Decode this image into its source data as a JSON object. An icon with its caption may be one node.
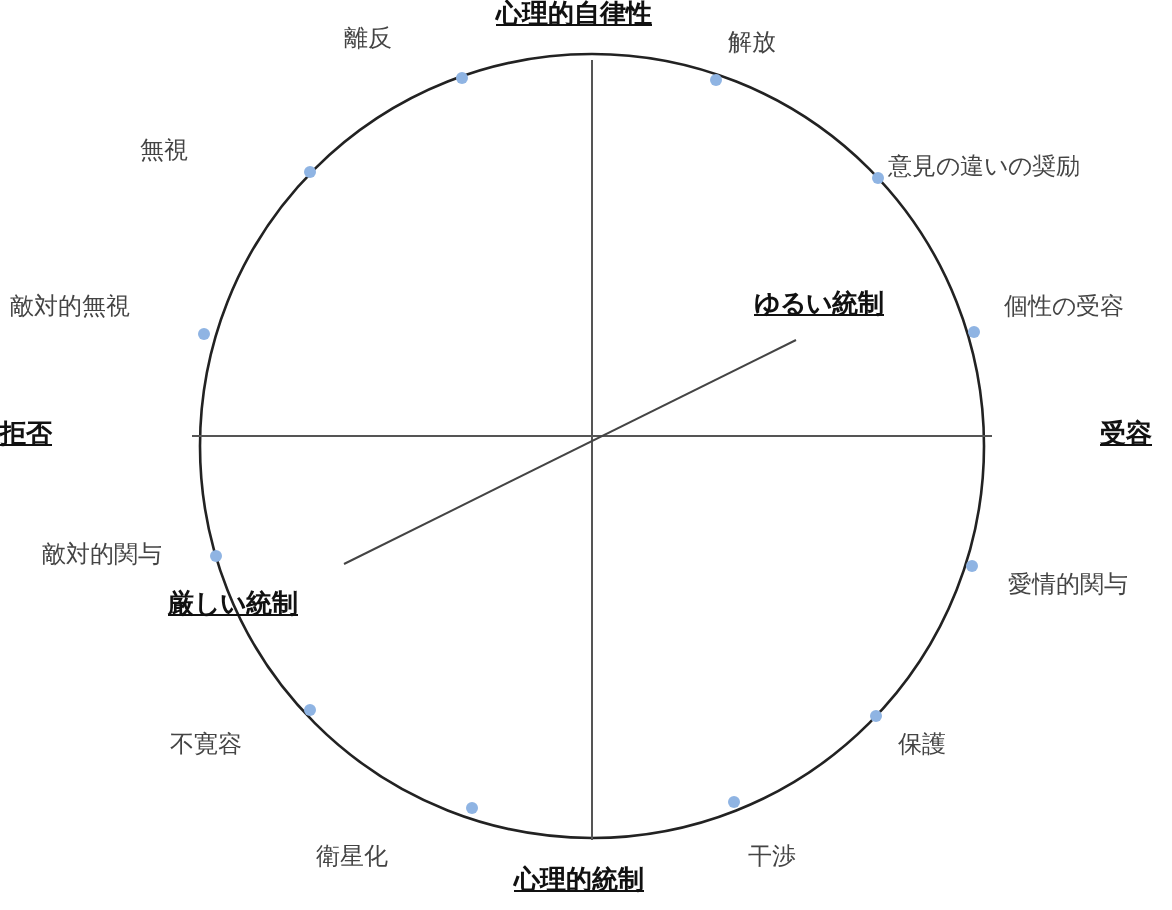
{
  "diagram": {
    "labels": [
      "心理的自律性",
      "離反",
      "解放",
      "無視",
      "意見の違いの奨励",
      "敵対的無視",
      "ゆるい統制",
      "個性の受容",
      "拒否",
      "受容",
      "敵対的関与",
      "愛情的関与",
      "厳しい統制",
      "不寛容",
      "保護",
      "衛星化",
      "干渉",
      "心理的統制"
    ]
  }
}
